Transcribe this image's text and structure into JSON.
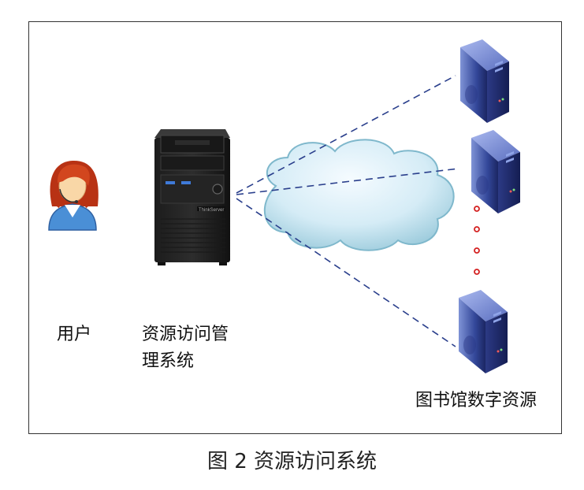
{
  "labels": {
    "user": "用户",
    "system_line1": "资源访问管",
    "system_line2": "理系统",
    "resources": "图书馆数字资源"
  },
  "server_brand": "ThinkServer",
  "caption": "图 2  资源访问系统",
  "colors": {
    "dashed_line": "#2a3f8c",
    "dots": "#d42020",
    "server_blue": "#3a4d9a",
    "cloud": "#cfe8f3"
  }
}
